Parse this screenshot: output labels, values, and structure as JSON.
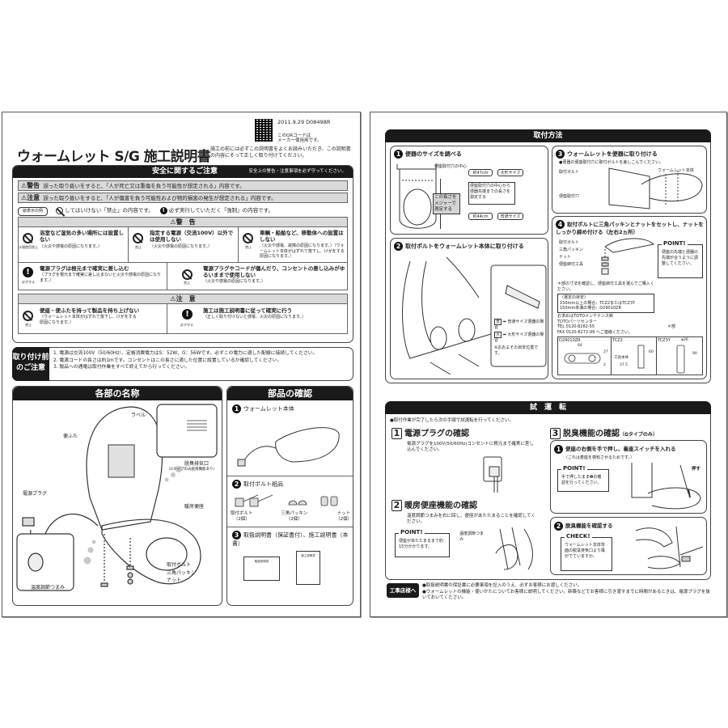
{
  "left_page": {
    "doc_date_code": "2011.9.29 D08498R",
    "qr_note": "このQRコードは\nメーカー使用用です。",
    "title": "ウォームレット S/G 施工説明書",
    "title_note": "施工の前には必ずこの説明書をよくお読みいただき、この説明書の内容にそって正しく取り付けてください。",
    "safety": {
      "header": "安全に関するご注意",
      "header_note": "安全上の警告・注意事項を必ず守ってください。",
      "warning_row": {
        "label": "⚠警告",
        "text": "誤った取り扱いをすると、「人が死亡又は重傷を負う可能性が想定される」内容です。"
      },
      "caution_row": {
        "label": "⚠注意",
        "text": "誤った取り扱いをすると、「人が傷害を負う可能性および物的損害の発生が想定される」内容です。"
      },
      "legend": {
        "label": "絵表示の例",
        "prohibit": "してはいけない「禁止」の内容です。",
        "mandatory": "必ず実行していただく「強制」の内容です。"
      },
      "warning_section": {
        "title": "⚠警　告",
        "items": [
          {
            "icon": "no-water-icon",
            "icon_label": "水場使用禁止",
            "text": "浴室など湿気の多い場所には設置しない",
            "sub": "（火災や感電の原因になります。）"
          },
          {
            "icon": "prohibit-icon",
            "icon_label": "禁止",
            "text": "指定する電源（交流100V）以外では使用しない",
            "sub": "（火災や感電の原因になります。）"
          },
          {
            "icon": "prohibit-icon",
            "icon_label": "禁止",
            "text": "車輌・船舶など、移動体への設置はしない",
            "sub": "（火災や感電、故障の原因になります。）（ウォームレット本体がはずれて落下し、けがをする原因になります。）"
          },
          {
            "icon": "mandatory-icon",
            "icon_label": "必ず守る",
            "text": "電源プラグは根元まで確実に差し込む",
            "sub": "（プラグを根元まで確実に差し込まないと火災や感電の原因になります。）"
          },
          {
            "icon": "prohibit-icon",
            "icon_label": "禁止",
            "text": "電源プラグやコードが傷んだり、コンセントの差し込みがゆるいままで使用しない",
            "sub": "（火災や感電の原因になります。）"
          }
        ]
      },
      "caution_section": {
        "title": "⚠注　意",
        "items": [
          {
            "icon": "prohibit-icon",
            "icon_label": "禁止",
            "text": "便座・便ふたを持って製品を持ち上げない",
            "sub": "（ウォームレット本体がはずれて落下し、けがをする原因になります。）"
          },
          {
            "icon": "mandatory-icon",
            "icon_label": "必ず守る",
            "text": "施工は施工説明書に従って確実に行う",
            "sub": "（正しく取り付けないと感電、火災の原因になります。）"
          }
        ]
      }
    },
    "pre_install": {
      "badge": "取り付け前のご注意",
      "items": [
        "1. 電源は交流100V（50/60Hz）、定格消費電力はS：52W、G：56Wです。必ずこの電力に適した配線に接続してください。",
        "2. 電源コードの長さは約1mです。コンセントはこの長さに適した位置に設置しているか確認してください。",
        "3. 製品への通電は取付作業をすべて終えてから行ってください。"
      ]
    },
    "parts_names": {
      "header": "各部の名称",
      "labels": {
        "label": "ラベル",
        "lid": "便ふた",
        "plug": "電源プラグ",
        "seat": "暖房便座",
        "vent": "脱臭排気口",
        "vent_note": "（Gタイプのみ脱臭機能あり）",
        "knob": "温度調節つまみ",
        "bolt": "取付ボルト",
        "packing": "三角パッキン",
        "nut": "ナット"
      }
    },
    "parts_check": {
      "header": "部品の確認",
      "items": [
        {
          "num": "1",
          "title": "ウォームレット本体"
        },
        {
          "num": "2",
          "title": "取付ボルト組品",
          "parts": [
            {
              "name": "取付ボルト",
              "qty": "（2個）"
            },
            {
              "name": "三角パッキン",
              "qty": "（2個）"
            },
            {
              "name": "ナット",
              "qty": "（2個）"
            }
          ]
        },
        {
          "num": "3",
          "title": "取扱説明書（保証書付）、施工説明書（本書）",
          "docs": [
            "取扱説明書",
            "施工説明書"
          ]
        }
      ]
    }
  },
  "right_page": {
    "install": {
      "header": "取付方法",
      "step1": {
        "num": "1",
        "title": "便器のサイズを調べる",
        "hole_center": "便座取付穴の中心",
        "measure": "この長さをメジャーで測定する",
        "measure_desc": "便座取付穴の中心から便器先端までの長さを測定する",
        "large": {
          "length": "約47cm",
          "size": "大形サイズ"
        },
        "regular": {
          "length": "約44cm",
          "size": "普通サイズ"
        }
      },
      "step2": {
        "num": "2",
        "title": "取付ボルトをウォームレット本体に取り付ける",
        "legend": [
          {
            "mark": "普",
            "text": "普通サイズ便器の場合"
          },
          {
            "mark": "大",
            "text": "大形サイズ便器の場合"
          }
        ],
        "note": "※おおよその目安位置です。"
      },
      "step3": {
        "num": "3",
        "title": "ウォームレットを便器に取り付ける",
        "note": "●便器の便座取付穴に取付ボルトを差しこんでください。",
        "labels": {
          "bolt": "取付ボルト",
          "body": "ウォームレット本体",
          "hole": "便座取付穴"
        }
      },
      "step4": {
        "num": "4",
        "title": "取付ボルトに三角パッキンとナットをセットし、ナットをしっかり締め付ける（左右2ヵ所）",
        "labels": {
          "bolt": "取付ボルト",
          "packing": "三角パッキン",
          "nut": "ナット",
          "tool": "便座締付工具"
        },
        "point_label": "POINT!",
        "point_text": "便座の先端と便器の先端が合うように調整してください。",
        "tool_note": "＊部の寸法を確認し、便座締付工具を選んでご購入ください。",
        "guide_title": "〈選定の目安〉",
        "guide": [
          "150mm以上の場合：TCZ2またはTCZ3Y",
          "150mm未満の場合：D29010ZR"
        ],
        "star_label": "＊部",
        "contact": [
          "お求めはTOTOメンテナンス㈱",
          "TOTOパーツセンター",
          "TEL 0120-8282-55",
          "FAX 0120-8272-99 へご連絡ください。"
        ],
        "tools": [
          {
            "name": "D29010ZR",
            "dims": [
              "64",
              "27",
              "2"
            ]
          },
          {
            "name": "TCZ2",
            "dims": [
              "60",
              "37.5"
            ],
            "sub": "工具本体"
          },
          {
            "name": "TCZ3Y",
            "dims": [
              "φ26",
              "90"
            ]
          }
        ]
      }
    },
    "test_run": {
      "header": "試　運　転",
      "intro": "●取付作業が完了したら次の手順で試運転を行ってください。",
      "sec1": {
        "num": "1",
        "title": "電源プラグの確認",
        "text": "電源プラグを100V(50/60Hz)コンセントに根元まで確実に差し込んでください。"
      },
      "sec2": {
        "num": "2",
        "title": "暖房便座機能の確認",
        "text": "温度調節つまみを右に回し、便座があたたまることを確認してください。",
        "point_label": "POINT!",
        "point_text": "便座があたたまるまで約15分かかります。",
        "knob_label": "温度調節つまみ"
      },
      "sec3": {
        "num": "3",
        "title": "脱臭機能の確認",
        "title_note": "（Gタイプのみ）",
        "sub1": {
          "num": "1",
          "title": "便座の右側を手で押し、着座スイッチを入れる",
          "note": "（これは着座を検知させるためです。）",
          "point_label": "POINT!",
          "point_text": "手で押したまま❷の確認を行ってください。",
          "push_label": "押す"
        },
        "sub2": {
          "num": "2",
          "title": "脱臭機能を確認する",
          "check_label": "CHECK!",
          "check_text": "ウォームレット本体背面の脱臭排気口より風がでていますか。"
        }
      }
    },
    "contractor": {
      "badge": "工事店様へ",
      "items": [
        "●取扱説明書の保証書に必要事項を記入のうえ、必ずお客様にお渡しください。",
        "●ウォームレットの機能・使いかたについてお客様に説明してください。新築などでお客様に引き渡すまでに時間があるときは、電源プラグを抜いておいてください。"
      ]
    }
  }
}
